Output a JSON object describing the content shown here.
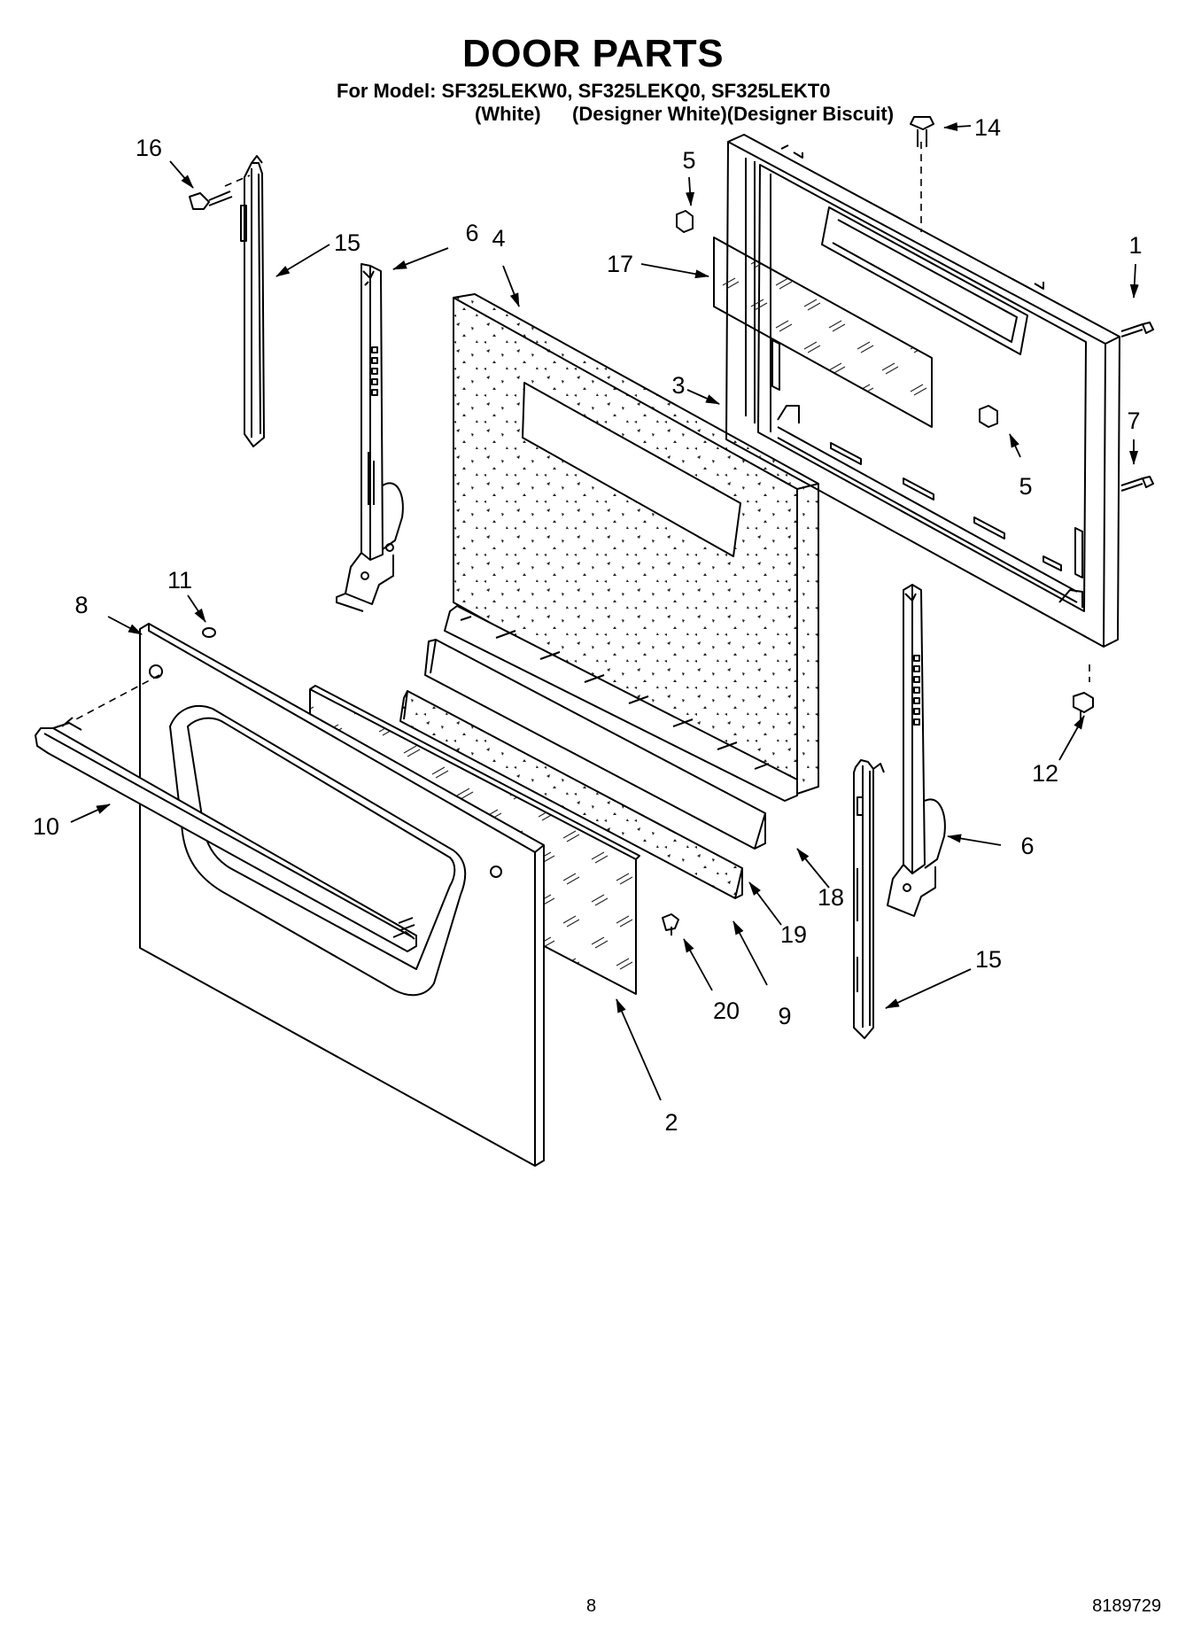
{
  "header": {
    "title": "DOOR PARTS",
    "models_line": "For Model: SF325LEKW0, SF325LEKQ0, SF325LEKT0",
    "variants": [
      "(White)",
      "(Designer White)(Designer Biscuit)"
    ]
  },
  "callouts": [
    "16",
    "15",
    "6",
    "4",
    "5",
    "17",
    "14",
    "1",
    "3",
    "7",
    "5",
    "8",
    "11",
    "12",
    "10",
    "6",
    "18",
    "19",
    "9",
    "20",
    "15",
    "2"
  ],
  "footer": {
    "page_number": "8",
    "doc_number": "8189729"
  }
}
